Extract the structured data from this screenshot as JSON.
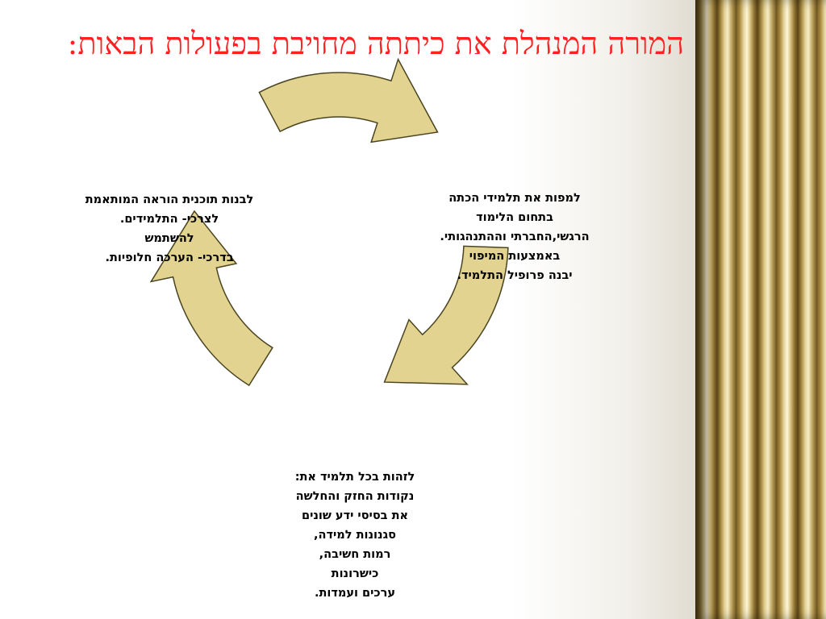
{
  "title": "המורה המנהלת את כיתתה מחויבת בפעולות הבאות:",
  "colors": {
    "title": "#ff2020",
    "arrow_fill": "#e3d391",
    "arrow_stroke": "#4a4420",
    "text": "#000000",
    "column_gold": "#c9a95a"
  },
  "icons": [
    "curved-arrow-icon",
    "curved-arrow-icon",
    "curved-arrow-icon"
  ],
  "blocks": {
    "right": {
      "lines": [
        "למפות את תלמידי הכתה",
        "בתחום הלימוד",
        "הרגשי,החברתי וההתנהגותי.",
        "באמצעות המיפוי",
        "יבנה פרופיל התלמיד."
      ]
    },
    "left": {
      "lines": [
        "לבנות תוכנית  הוראה המותאמת",
        "לצרכי- התלמידים.",
        "להשתמש",
        "בדרכי- הערכה חלופיות."
      ]
    },
    "bottom": {
      "lines": [
        "לזהות  בכל תלמיד  את:",
        "נקודות החזק והחלשה",
        "את בסיסי ידע שונים",
        "סגנונות  למידה,",
        "רמות חשיבה,",
        "כישרונות",
        "ערכים ועמדות."
      ]
    }
  }
}
